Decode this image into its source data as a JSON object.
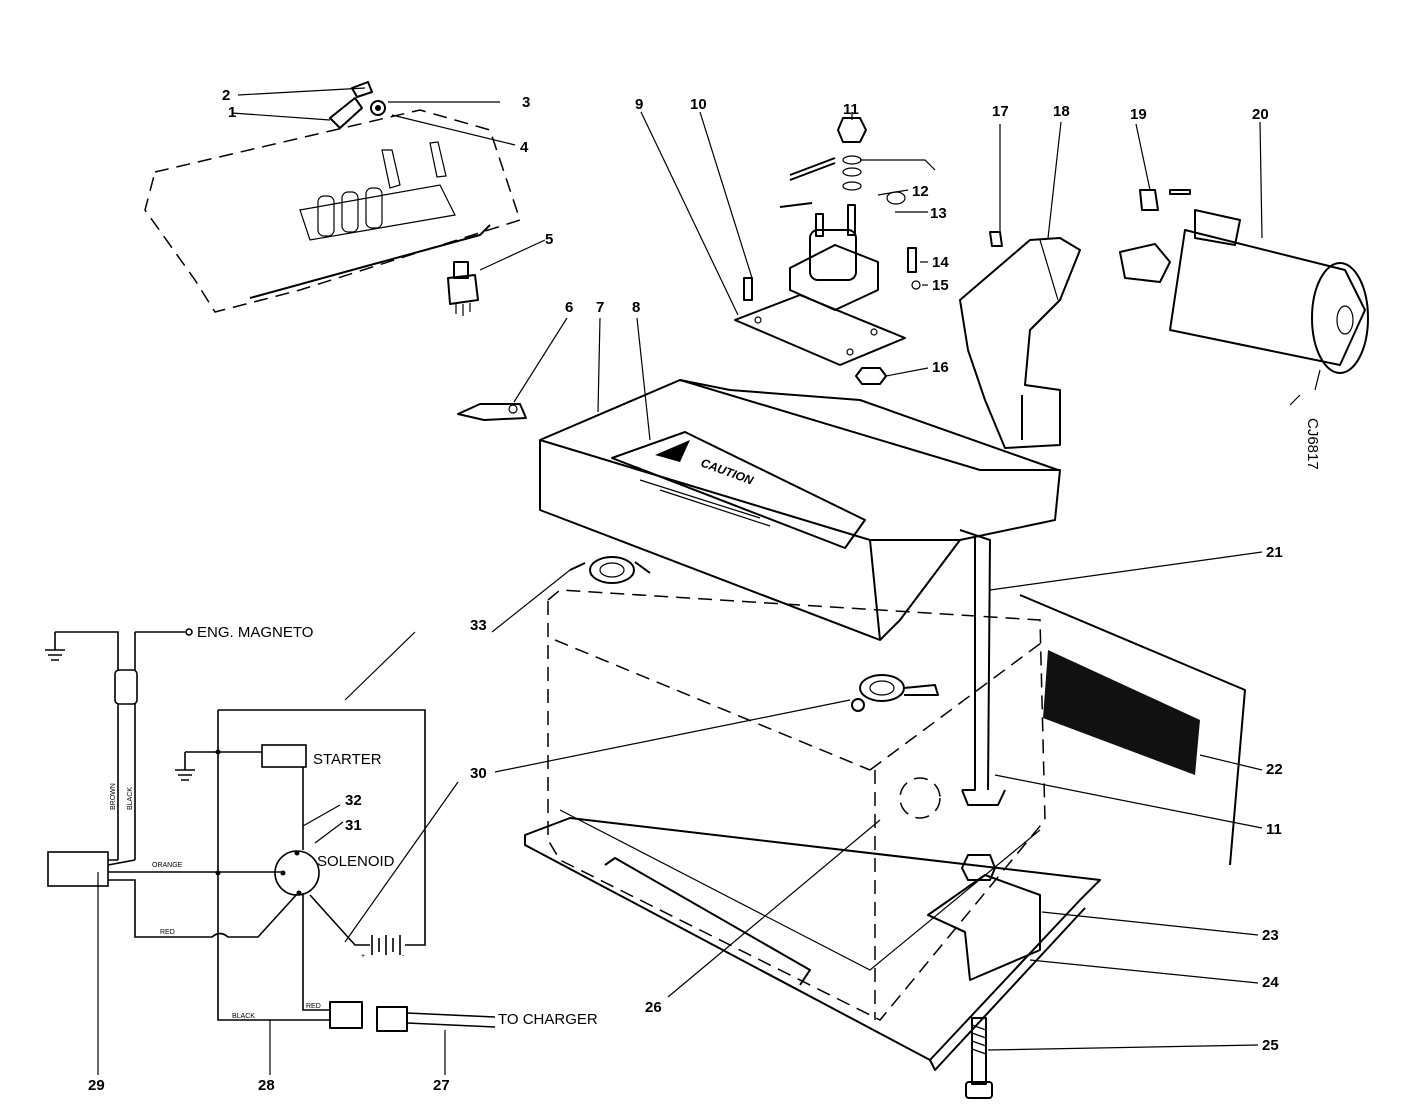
{
  "callouts": {
    "c1": "1",
    "c2": "2",
    "c3": "3",
    "c4": "4",
    "c5": "5",
    "c6": "6",
    "c7": "7",
    "c8": "8",
    "c9": "9",
    "c10": "10",
    "c11": "11",
    "c11b": "11",
    "c12": "12",
    "c13": "13",
    "c14": "14",
    "c15": "15",
    "c16": "16",
    "c17": "17",
    "c18": "18",
    "c19": "19",
    "c20": "20",
    "c21": "21",
    "c22": "22",
    "c23": "23",
    "c24": "24",
    "c25": "25",
    "c26": "26",
    "c27": "27",
    "c28": "28",
    "c29": "29",
    "c30": "30",
    "c31": "31",
    "c32": "32",
    "c33": "33"
  },
  "caution_label": "CAUTION",
  "wiring": {
    "eng_magneto": "ENG. MAGNETO",
    "starter": "STARTER",
    "solenoid": "SOLENOID",
    "to_charger": "TO CHARGER",
    "brown": "BROWN",
    "black": "BLACK",
    "orange": "ORANGE",
    "red": "RED",
    "red_2": "RED",
    "black_2": "BLACK",
    "plus": "+",
    "minus": "-"
  },
  "motor_code": "CJ6817"
}
